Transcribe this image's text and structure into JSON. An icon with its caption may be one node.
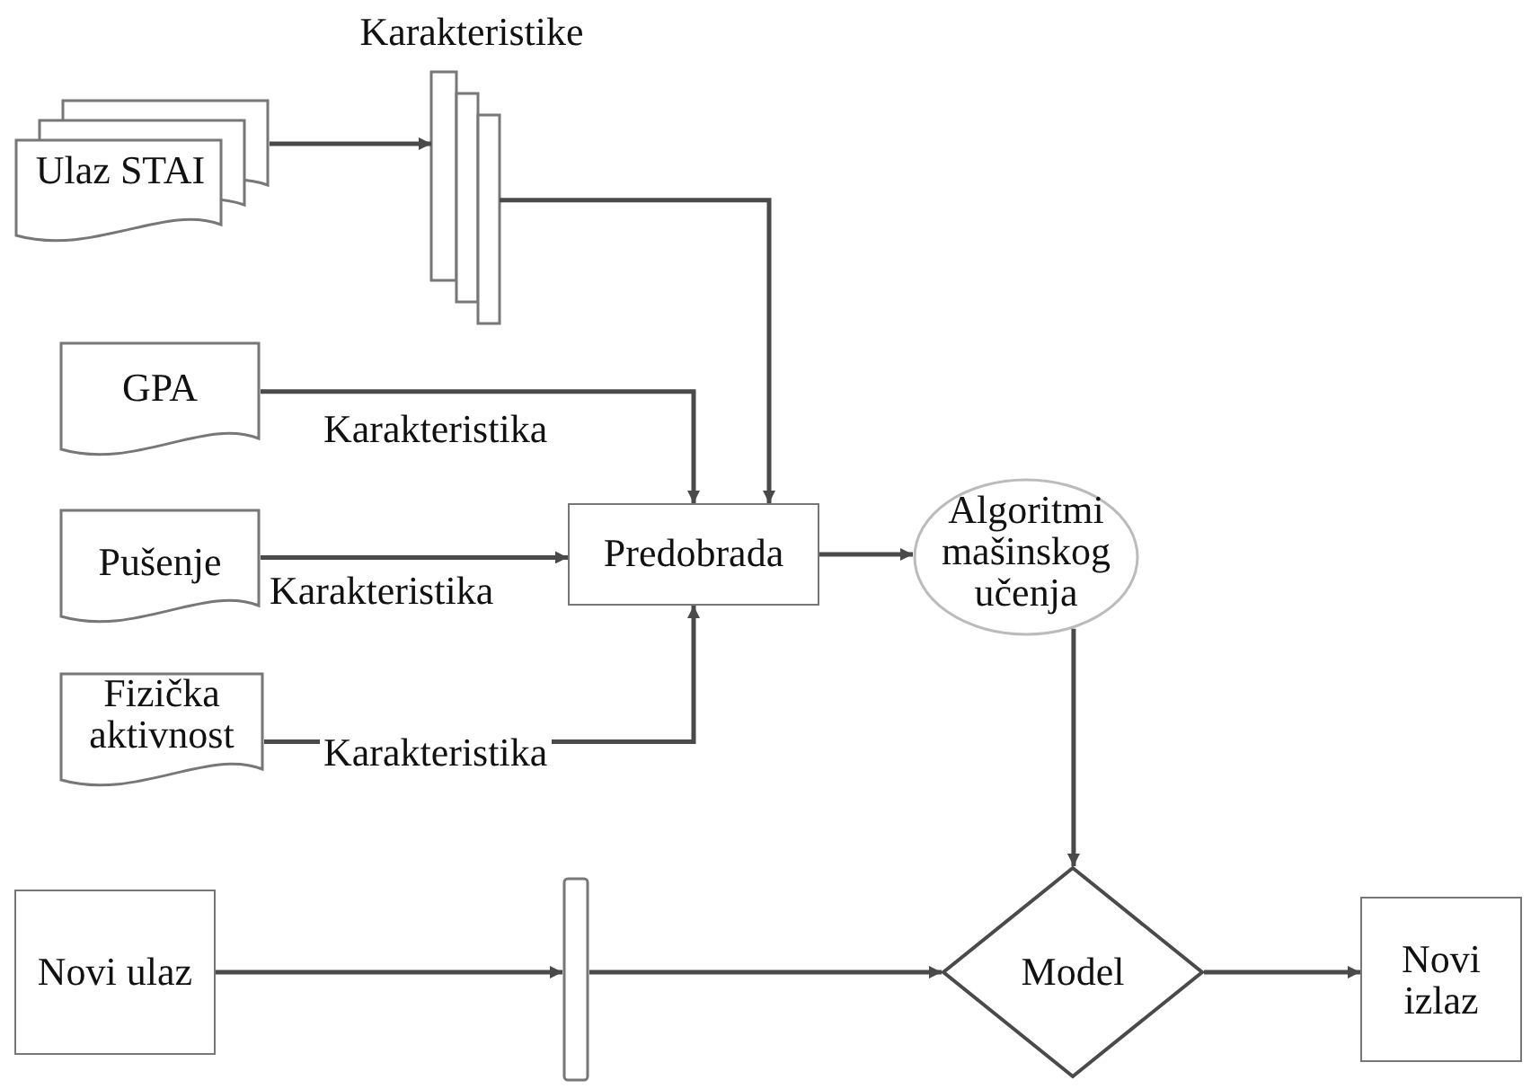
{
  "diagram": {
    "nodes": [
      {
        "text": [
          "Ulaz STAI"
        ]
      },
      {
        "text": [
          "Karakteristike"
        ]
      },
      {
        "text": [
          "GPA"
        ]
      },
      {
        "text": [
          "Pušenje"
        ]
      },
      {
        "text": [
          "Fizička aktivnost"
        ]
      },
      {
        "text": [
          "Predobrada"
        ]
      },
      {
        "text": [
          "Algoritmi mašinskog učenja"
        ]
      },
      {
        "text": [
          "Novi ulaz"
        ]
      },
      {
        "text": [],
        "shape": "bar"
      },
      {
        "text": [
          "Model"
        ]
      },
      {
        "text": [
          "Novi izlaz"
        ]
      }
    ],
    "edges": [
      {
        "from": 0,
        "to": 1,
        "arrow": "to"
      },
      {
        "from": 1,
        "to": 5,
        "arrow": "to"
      },
      {
        "from": 2,
        "to": 5,
        "arrow": "to",
        "label": "Karakteristika"
      },
      {
        "from": 3,
        "to": 5,
        "arrow": "to",
        "label": "Karakteristika"
      },
      {
        "from": 4,
        "to": 5,
        "arrow": "to",
        "label": "Karakteristika"
      },
      {
        "from": 5,
        "to": 6,
        "arrow": "to"
      },
      {
        "from": 6,
        "to": 9,
        "arrow": "to"
      },
      {
        "from": 7,
        "to": 8,
        "arrow": "to"
      },
      {
        "from": 8,
        "to": 9,
        "arrow": "to"
      },
      {
        "from": 9,
        "to": 10,
        "arrow": "to"
      }
    ]
  }
}
